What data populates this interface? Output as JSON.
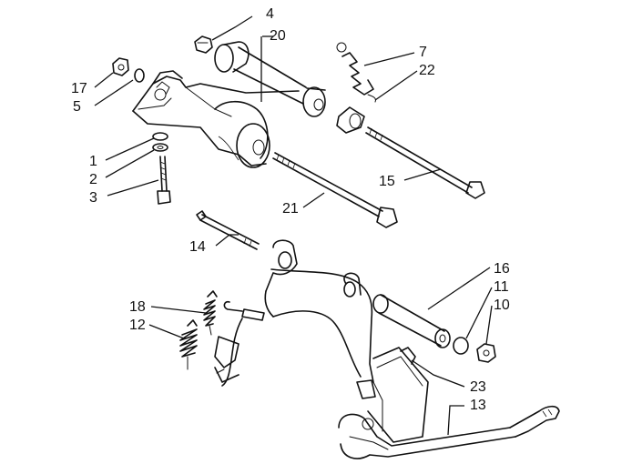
{
  "callouts": [
    {
      "id": "4",
      "text": "4"
    },
    {
      "id": "20",
      "text": "20"
    },
    {
      "id": "7",
      "text": "7"
    },
    {
      "id": "22",
      "text": "22"
    },
    {
      "id": "17",
      "text": "17"
    },
    {
      "id": "5",
      "text": "5"
    },
    {
      "id": "1",
      "text": "1"
    },
    {
      "id": "2",
      "text": "2"
    },
    {
      "id": "3",
      "text": "3"
    },
    {
      "id": "15",
      "text": "15"
    },
    {
      "id": "21",
      "text": "21"
    },
    {
      "id": "14",
      "text": "14"
    },
    {
      "id": "16",
      "text": "16"
    },
    {
      "id": "11",
      "text": "11"
    },
    {
      "id": "10",
      "text": "10"
    },
    {
      "id": "18",
      "text": "18"
    },
    {
      "id": "12",
      "text": "12"
    },
    {
      "id": "23",
      "text": "23"
    },
    {
      "id": "13",
      "text": "13"
    }
  ]
}
